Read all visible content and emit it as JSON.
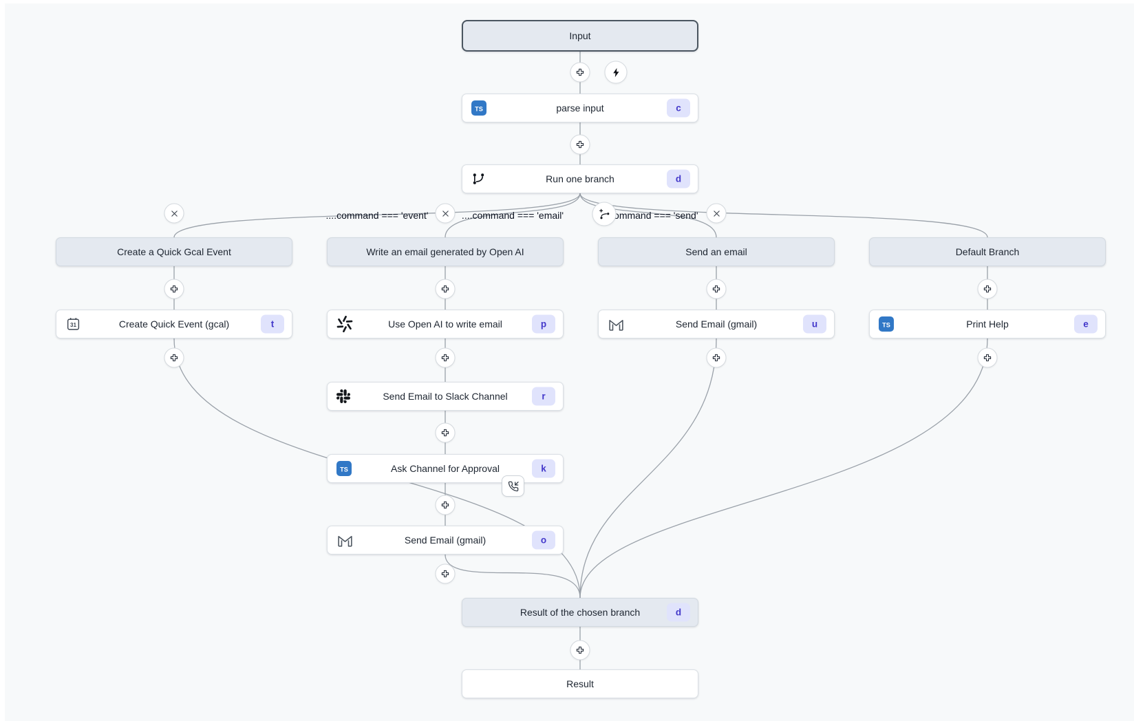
{
  "app": {
    "name": "flow-editor-canvas"
  },
  "colors": {
    "canvas_bg": "#f7f9fa",
    "node_bg": "#ffffff",
    "header_bg": "#e4e9f0",
    "selected_border": "#4a5560",
    "badge_bg": "#e0e3fc",
    "badge_text": "#4338ca",
    "edge": "#9aa1a9",
    "typescript_blue": "#3178c6"
  },
  "nodes": {
    "input": {
      "label": "Input"
    },
    "parse_input": {
      "label": "parse input",
      "badge": "c",
      "icon": "typescript-icon"
    },
    "run_one_branch": {
      "label": "Run one branch",
      "badge": "d",
      "icon": "git-branch-icon"
    },
    "result_chosen": {
      "label": "Result of the chosen branch",
      "badge": "d"
    },
    "result": {
      "label": "Result"
    }
  },
  "conditions": [
    {
      "text": "....command === 'event'"
    },
    {
      "text": "....command === 'email'"
    },
    {
      "text": "....command === 'send'"
    }
  ],
  "branches": [
    {
      "header": "Create a Quick Gcal Event",
      "steps": [
        {
          "label": "Create Quick Event (gcal)",
          "badge": "t",
          "icon": "gcal-icon"
        }
      ]
    },
    {
      "header": "Write an email generated by Open AI",
      "steps": [
        {
          "label": "Use Open AI to write email",
          "badge": "p",
          "icon": "openai-icon"
        },
        {
          "label": "Send Email to Slack Channel",
          "badge": "r",
          "icon": "slack-icon"
        },
        {
          "label": "Ask Channel for Approval",
          "badge": "k",
          "icon": "typescript-icon",
          "suspend_icon": "phone-incoming-icon"
        },
        {
          "label": "Send Email (gmail)",
          "badge": "o",
          "icon": "gmail-icon"
        }
      ]
    },
    {
      "header": "Send an email",
      "steps": [
        {
          "label": "Send Email (gmail)",
          "badge": "u",
          "icon": "gmail-icon"
        }
      ]
    },
    {
      "header": "Default Branch",
      "steps": [
        {
          "label": "Print Help",
          "badge": "e",
          "icon": "typescript-icon"
        }
      ]
    }
  ]
}
